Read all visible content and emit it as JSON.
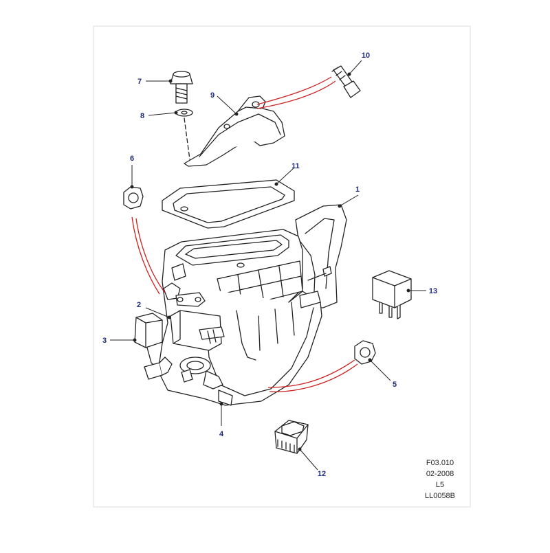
{
  "diagram": {
    "callouts": [
      {
        "id": "1",
        "label": "1"
      },
      {
        "id": "2",
        "label": "2"
      },
      {
        "id": "3",
        "label": "3"
      },
      {
        "id": "4",
        "label": "4"
      },
      {
        "id": "5",
        "label": "5"
      },
      {
        "id": "6",
        "label": "6"
      },
      {
        "id": "7",
        "label": "7"
      },
      {
        "id": "8",
        "label": "8"
      },
      {
        "id": "9",
        "label": "9"
      },
      {
        "id": "10",
        "label": "10"
      },
      {
        "id": "11",
        "label": "11"
      },
      {
        "id": "12",
        "label": "12"
      },
      {
        "id": "13",
        "label": "13"
      }
    ],
    "reference_block": [
      "F03.010",
      "02-2008",
      "L5",
      "LL0058B"
    ]
  },
  "colors": {
    "callout": "#1f2a7a",
    "line": "#222222",
    "leader": "#cc2222",
    "frame": "#cccccc"
  }
}
